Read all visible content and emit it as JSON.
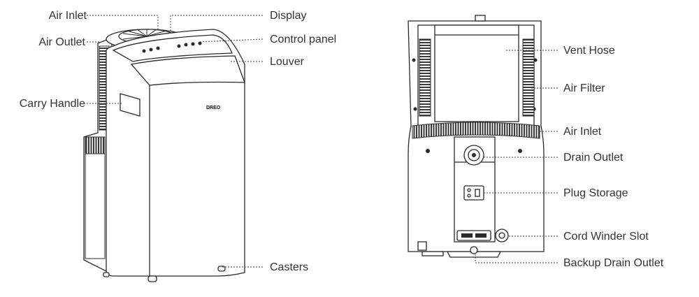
{
  "front_view": {
    "brand": "DREO",
    "labels": {
      "air_inlet": "Air Inlet",
      "air_outlet": "Air Outlet",
      "carry_handle": "Carry Handle",
      "display": "Display",
      "control_panel": "Control panel",
      "louver": "Louver",
      "casters": "Casters"
    }
  },
  "back_view": {
    "labels": {
      "vent_hose": "Vent Hose",
      "air_filter": "Air Filter",
      "air_inlet": "Air Inlet",
      "drain_outlet": "Drain Outlet",
      "plug_storage": "Plug Storage",
      "cord_winder_slot": "Cord Winder Slot",
      "backup_drain_outlet": "Backup Drain Outlet"
    }
  },
  "colors": {
    "line": "#2a2a2a",
    "text": "#333333",
    "grille": "#3a3a3a"
  }
}
